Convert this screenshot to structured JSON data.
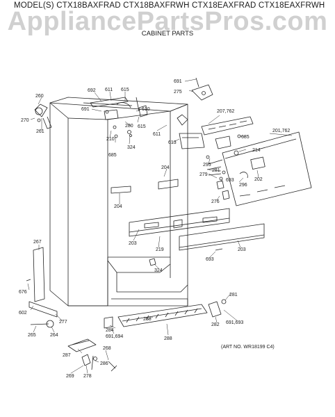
{
  "header": {
    "model_line": "MODEL(S) CTX18BAXFRAD  CTX18BAXFRWH  CTX18EAXFRAD  CTX18EAXFRWH",
    "section_title": "CABINET PARTS"
  },
  "watermark": "AppliancePartsPros.com",
  "art_number": "(ART NO. WR18199 C4)",
  "callouts": [
    {
      "id": "c691a",
      "text": "691"
    },
    {
      "id": "c275",
      "text": "275"
    },
    {
      "id": "c692",
      "text": "692"
    },
    {
      "id": "c611a",
      "text": "611"
    },
    {
      "id": "c615a",
      "text": "615"
    },
    {
      "id": "c260",
      "text": "260"
    },
    {
      "id": "c691b",
      "text": "691"
    },
    {
      "id": "c610",
      "text": "610"
    },
    {
      "id": "c207",
      "text": "207,762"
    },
    {
      "id": "c270",
      "text": "270"
    },
    {
      "id": "c261",
      "text": "261"
    },
    {
      "id": "c280",
      "text": "280"
    },
    {
      "id": "c615b",
      "text": "615"
    },
    {
      "id": "c611b",
      "text": "611"
    },
    {
      "id": "c685a",
      "text": "685"
    },
    {
      "id": "c201",
      "text": "201,762"
    },
    {
      "id": "c210",
      "text": "210"
    },
    {
      "id": "c324a",
      "text": "324"
    },
    {
      "id": "c613",
      "text": "613"
    },
    {
      "id": "c214",
      "text": "214"
    },
    {
      "id": "c685b",
      "text": "685"
    },
    {
      "id": "c295",
      "text": "295"
    },
    {
      "id": "c204a",
      "text": "204"
    },
    {
      "id": "c281a",
      "text": "281"
    },
    {
      "id": "c279",
      "text": "279"
    },
    {
      "id": "c693a",
      "text": "693"
    },
    {
      "id": "c296",
      "text": "296"
    },
    {
      "id": "c202",
      "text": "202"
    },
    {
      "id": "c204b",
      "text": "204"
    },
    {
      "id": "c276",
      "text": "276"
    },
    {
      "id": "c203a",
      "text": "203"
    },
    {
      "id": "c219",
      "text": "219"
    },
    {
      "id": "c203b",
      "text": "203"
    },
    {
      "id": "c267",
      "text": "267"
    },
    {
      "id": "c693b",
      "text": "693"
    },
    {
      "id": "c324b",
      "text": "324"
    },
    {
      "id": "c676",
      "text": "676"
    },
    {
      "id": "c281b",
      "text": "281"
    },
    {
      "id": "c602",
      "text": "602"
    },
    {
      "id": "c277",
      "text": "277"
    },
    {
      "id": "c288a",
      "text": "288"
    },
    {
      "id": "c282",
      "text": "282"
    },
    {
      "id": "c691c",
      "text": "691,693"
    },
    {
      "id": "c265",
      "text": "265"
    },
    {
      "id": "c264",
      "text": "264"
    },
    {
      "id": "c284",
      "text": "284"
    },
    {
      "id": "c691d",
      "text": "691,694"
    },
    {
      "id": "c288b",
      "text": "288"
    },
    {
      "id": "c287",
      "text": "287"
    },
    {
      "id": "c268",
      "text": "268"
    },
    {
      "id": "c286",
      "text": "286"
    },
    {
      "id": "c269",
      "text": "269"
    },
    {
      "id": "c278",
      "text": "278"
    }
  ]
}
